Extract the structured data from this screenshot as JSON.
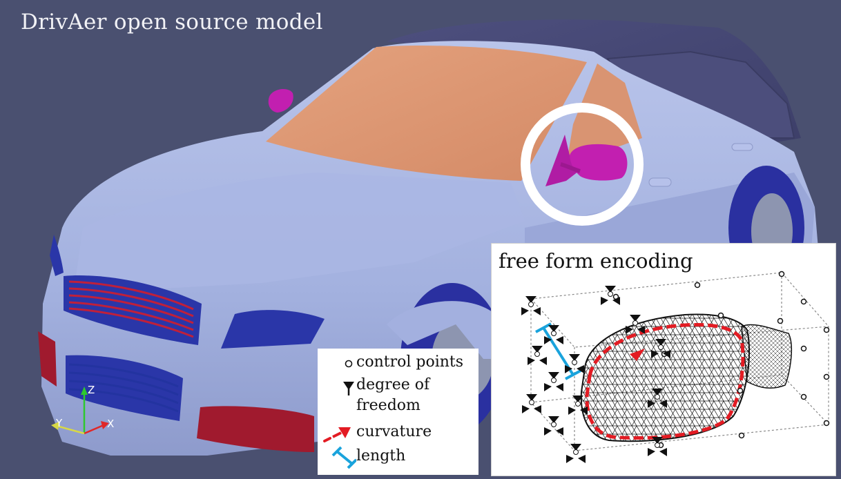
{
  "title": "DrivAer open source model",
  "axes": {
    "x": "X",
    "y": "Y",
    "z": "Z"
  },
  "inset": {
    "title": "free form encoding"
  },
  "legend": {
    "items": [
      {
        "id": "control-points",
        "label": "control points"
      },
      {
        "id": "dof",
        "label": "degree of",
        "label2": "freedom"
      },
      {
        "id": "curvature",
        "label": "curvature"
      },
      {
        "id": "length",
        "label": "length"
      }
    ]
  },
  "colors": {
    "background": "#4a5070",
    "body": "#a9b6e0",
    "windshield": "#dc9673",
    "mirror": "#c21fb0",
    "grille": "#2a36a8",
    "grille_bars": "#c0203a",
    "highlight_ring": "#ffffff",
    "curvature": "#e31b23",
    "length": "#1aa3dc"
  }
}
